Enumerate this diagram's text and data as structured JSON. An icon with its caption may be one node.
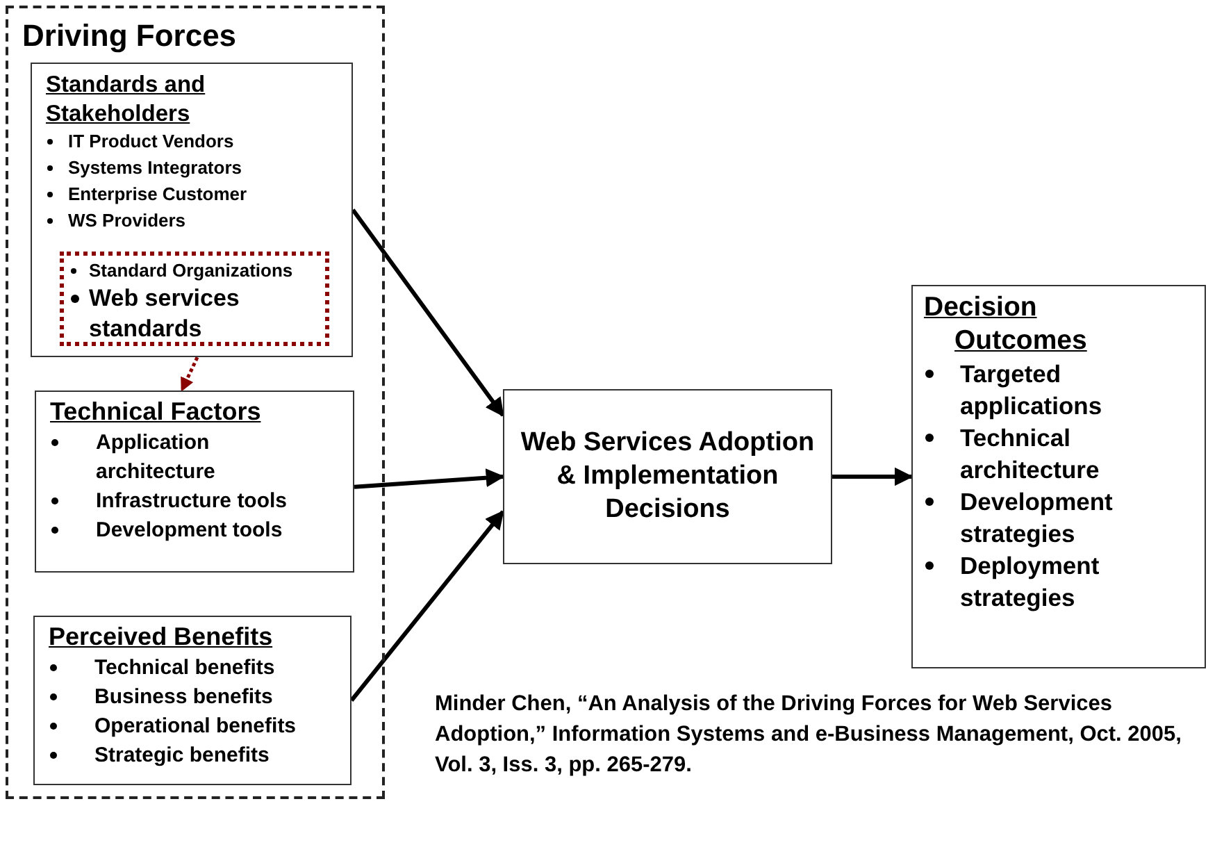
{
  "diagram": {
    "nodes": [
      {
        "text": [
          "Driving Forces"
        ]
      },
      {
        "text": [
          "Standards and Stakeholders",
          "IT Product Vendors",
          "Systems Integrators",
          "Enterprise Customer",
          "WS Providers"
        ],
        "in": 0
      },
      {
        "text": [
          "Standard Organizations",
          "Web services standards"
        ],
        "in": 1
      },
      {
        "text": [
          "Technical Factors",
          "Application architecture",
          "Infrastructure tools",
          "Development tools"
        ],
        "in": 0
      },
      {
        "text": [
          "Perceived Benefits",
          "Technical benefits",
          "Business benefits",
          "Operational benefits",
          "Strategic benefits"
        ],
        "in": 0
      },
      {
        "text": [
          "Web Services Adoption & Implementation Decisions"
        ]
      },
      {
        "text": [
          "Decision Outcomes",
          "Targeted applications",
          "Technical architecture",
          "Development strategies",
          "Deployment strategies"
        ]
      }
    ],
    "edges": [
      {
        "from": 2,
        "to": 3,
        "arrow": "to",
        "style": "dashed",
        "color": "#8b0000"
      },
      {
        "from": 1,
        "to": 5,
        "arrow": "to"
      },
      {
        "from": 3,
        "to": 5,
        "arrow": "to"
      },
      {
        "from": 4,
        "to": 5,
        "arrow": "to"
      },
      {
        "from": 5,
        "to": 6,
        "arrow": "to"
      }
    ],
    "labels": [
      "Minder Chen, “An Analysis of the Driving Forces for Web Services Adoption,” Information Systems and e-Business Management, Oct. 2005, Vol. 3, Iss. 3, pp. 265-279."
    ]
  }
}
